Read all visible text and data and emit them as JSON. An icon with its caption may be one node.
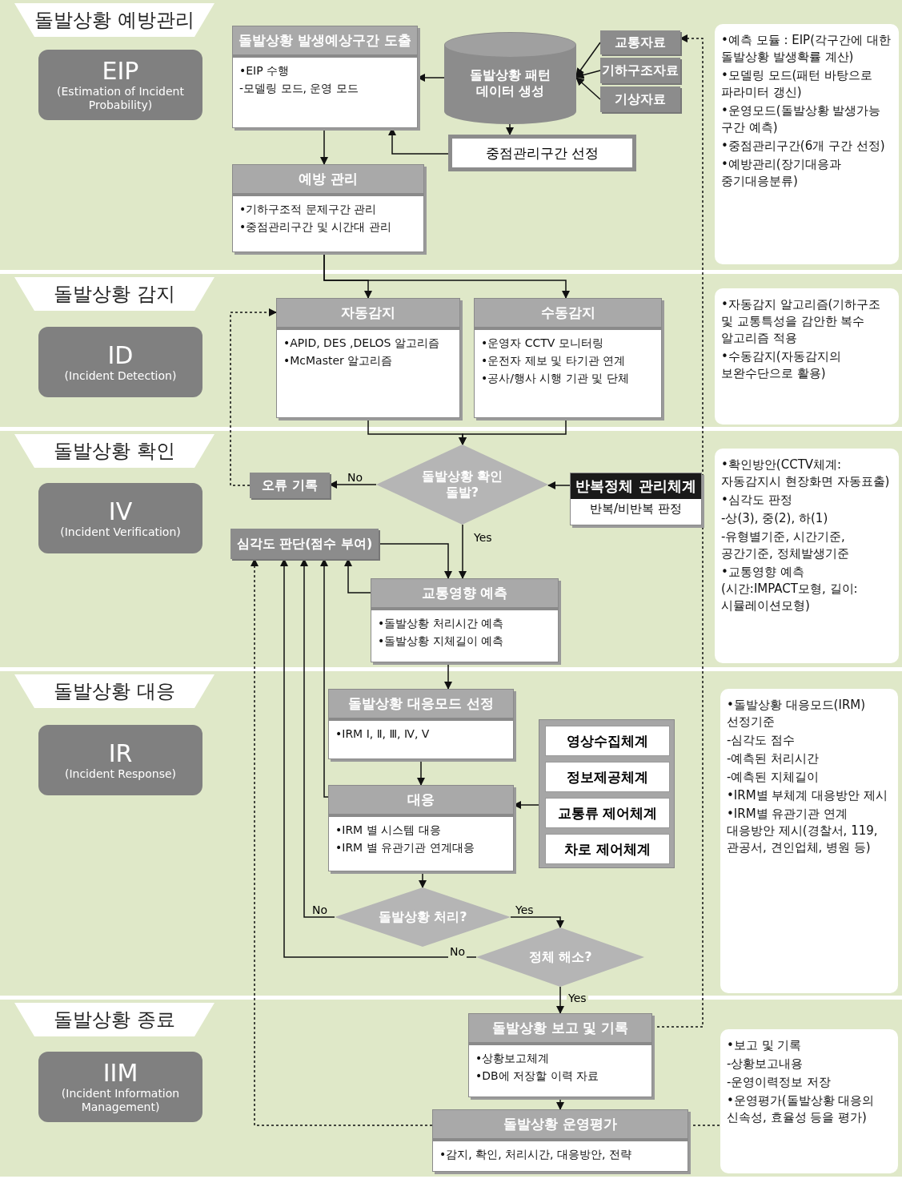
{
  "diagram": {
    "nodes": [
      {
        "text": [
          "돌발상황 예방관리"
        ]
      },
      {
        "text": [
          "EIP",
          "(Estimation of Incident Probability)"
        ],
        "in": 0
      },
      {
        "text": [
          "돌발상황 발생예상구간 도출",
          "•EIP 수행",
          "-모델링 모드, 운영 모드"
        ],
        "in": 0
      },
      {
        "text": [
          "돌발상황 패턴 데이터 생성"
        ],
        "in": 0
      },
      {
        "text": [
          "교통자료"
        ],
        "in": 0
      },
      {
        "text": [
          "기하구조자료"
        ],
        "in": 0
      },
      {
        "text": [
          "기상자료"
        ],
        "in": 0
      },
      {
        "text": [
          "중점관리구간 선정"
        ],
        "in": 0
      },
      {
        "text": [
          "예방 관리",
          "•기하구조적 문제구간 관리",
          "•중점관리구간 및 시간대 관리"
        ],
        "in": 0
      },
      {
        "text": [
          "•예측 모듈 : EIP(각구간에 대한 돌발상황 발생확률 계산)",
          "•모델링 모드(패턴 바탕으로 파라미터 갱신)",
          "•운영모드(돌발상황 발생가능 구간 예측)",
          "•중점관리구간(6개 구간 선정)",
          "•예방관리(장기대응과 중기대응분류)"
        ],
        "in": 0
      },
      {
        "text": [
          "돌발상황 감지"
        ]
      },
      {
        "text": [
          "ID",
          "(Incident Detection)"
        ],
        "in": 10
      },
      {
        "text": [
          "자동감지",
          "•APID, DES ,DELOS 알고리즘",
          "•McMaster 알고리즘"
        ],
        "in": 10
      },
      {
        "text": [
          "수동감지",
          "•운영자 CCTV 모니터링",
          "•운전자 제보 및 타기관 연계",
          "•공사/행사 시행 기관 및 단체"
        ],
        "in": 10
      },
      {
        "text": [
          "•자동감지 알고리즘(기하구조 및 교통특성을 감안한 복수 알고리즘 적용",
          "•수동감지(자동감지의 보완수단으로 활용)"
        ],
        "in": 10
      },
      {
        "text": [
          "돌발상황 확인"
        ]
      },
      {
        "text": [
          "IV",
          "(Incident Verification)"
        ],
        "in": 15
      },
      {
        "text": [
          "오류 기록"
        ],
        "in": 15
      },
      {
        "text": [
          "돌발상황 확인 돌발?"
        ],
        "in": 15
      },
      {
        "text": [
          "반복정체 관리체계",
          "반복/비반복 판정"
        ],
        "in": 15
      },
      {
        "text": [
          "심각도 판단(점수 부여)"
        ],
        "in": 15
      },
      {
        "text": [
          "교통영향 예측",
          "•돌발상황 처리시간 예측",
          "•돌발상황 지체길이 예측"
        ],
        "in": 15
      },
      {
        "text": [
          "•확인방안(CCTV체계:자동감지시 현장화면 자동표출)",
          "•심각도 판정",
          "-상(3), 중(2), 하(1)",
          "-유형별기준, 시간기준, 공간기준, 정체발생기준",
          "•교통영향 예측(시간:IMPACT모형, 길이:시뮬레이션모형)"
        ],
        "in": 15
      },
      {
        "text": [
          "돌발상황 대응"
        ]
      },
      {
        "text": [
          "IR",
          "(Incident Response)"
        ],
        "in": 23
      },
      {
        "text": [
          "돌발상황 대응모드 선정",
          "•IRM Ⅰ, Ⅱ, Ⅲ, Ⅳ, Ⅴ"
        ],
        "in": 23
      },
      {
        "text": [],
        "shape": "box",
        "in": 23
      },
      {
        "text": [
          "영상수집체계"
        ],
        "in": 26
      },
      {
        "text": [
          "정보제공체계"
        ],
        "in": 26
      },
      {
        "text": [
          "교통류 제어체계"
        ],
        "in": 26
      },
      {
        "text": [
          "차로 제어체계"
        ],
        "in": 26
      },
      {
        "text": [
          "대응",
          "•IRM 별 시스템 대응",
          "•IRM 별 유관기관 연계대응"
        ],
        "in": 23
      },
      {
        "text": [
          "돌발상황 처리?"
        ],
        "in": 23
      },
      {
        "text": [
          "정체 해소?"
        ],
        "in": 23
      },
      {
        "text": [
          "•돌발상황 대응모드(IRM) 선정기준",
          "-심각도 점수",
          "-예측된 처리시간",
          "-예측된 지체길이",
          "•IRM별 부체계 대응방안 제시",
          "•IRM별 유관기관 연계 대응방안 제시(경찰서, 119, 관공서, 견인업체, 병원 등)"
        ],
        "in": 23
      },
      {
        "text": [
          "돌발상황 종료"
        ]
      },
      {
        "text": [
          "IIM",
          "(Incident Information Management)"
        ],
        "in": 35
      },
      {
        "text": [
          "돌발상황 보고 및 기록",
          "•상황보고체계",
          "•DB에 저장할 이력 자료"
        ],
        "in": 35
      },
      {
        "text": [
          "돌발상황 운영평가",
          "•감지, 확인, 처리시간, 대응방안, 전략"
        ],
        "in": 35
      },
      {
        "text": [
          "•보고 및 기록",
          "-상황보고내용",
          "-운영이력정보 저장",
          "•운영평가(돌발상황 대응의 신속성, 효율성 등을 평가)"
        ],
        "in": 35
      }
    ],
    "edges": [
      {
        "from": 4,
        "to": 3,
        "arrow": "to"
      },
      {
        "from": 5,
        "to": 3,
        "arrow": "to"
      },
      {
        "from": 6,
        "to": 3,
        "arrow": "to"
      },
      {
        "from": 3,
        "to": 2,
        "arrow": "to"
      },
      {
        "from": 3,
        "to": 7,
        "arrow": "to"
      },
      {
        "from": 7,
        "to": 2,
        "arrow": "to"
      },
      {
        "from": 2,
        "to": 8,
        "arrow": "to"
      },
      {
        "from": 8,
        "to": 12,
        "arrow": "to"
      },
      {
        "from": 8,
        "to": 13,
        "arrow": "to"
      },
      {
        "from": 12,
        "to": 18,
        "arrow": "to"
      },
      {
        "from": 13,
        "to": 18,
        "arrow": "to"
      },
      {
        "from": 18,
        "to": 17,
        "arrow": "to",
        "label": "No"
      },
      {
        "from": 17,
        "to": 12,
        "arrow": "to",
        "style": "dashed"
      },
      {
        "from": 19,
        "to": 18,
        "arrow": "to"
      },
      {
        "from": 18,
        "to": 21,
        "arrow": "to",
        "label": "Yes"
      },
      {
        "from": 20,
        "to": 21,
        "arrow": "to"
      },
      {
        "from": 21,
        "to": 20,
        "arrow": "to"
      },
      {
        "from": 21,
        "to": 25,
        "arrow": "to"
      },
      {
        "from": 25,
        "to": 31,
        "arrow": "to"
      },
      {
        "from": 26,
        "to": 31,
        "arrow": "to"
      },
      {
        "from": 31,
        "to": 20,
        "arrow": "to"
      },
      {
        "from": 31,
        "to": 32,
        "arrow": "to"
      },
      {
        "from": 32,
        "to": 20,
        "arrow": "to",
        "label": "No"
      },
      {
        "from": 32,
        "to": 33,
        "arrow": "to",
        "label": "Yes"
      },
      {
        "from": 33,
        "to": 20,
        "arrow": "to",
        "label": "No"
      },
      {
        "from": 33,
        "to": 37,
        "arrow": "to",
        "label": "Yes"
      },
      {
        "from": 37,
        "to": 4,
        "arrow": "to",
        "style": "dashed"
      },
      {
        "from": 37,
        "to": 38,
        "arrow": "to"
      },
      {
        "from": 38,
        "to": 20,
        "arrow": "to",
        "style": "dashed"
      },
      {
        "from": 38,
        "to": 39,
        "arrow": "none",
        "style": "dashed"
      }
    ]
  }
}
